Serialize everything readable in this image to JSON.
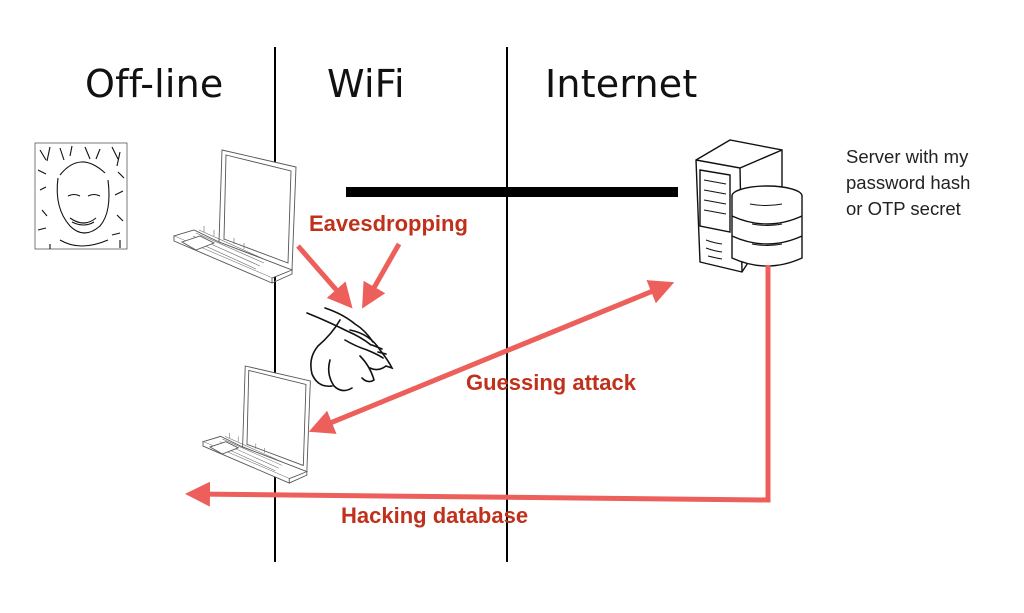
{
  "zones": [
    {
      "id": "offline",
      "label": "Off-line"
    },
    {
      "id": "wifi",
      "label": "WiFi"
    },
    {
      "id": "internet",
      "label": "Internet"
    }
  ],
  "server": {
    "caption_lines": [
      "Server with my",
      "password hash",
      "or OTP secret"
    ]
  },
  "attacks": {
    "eavesdropping": "Eavesdropping",
    "guessing": "Guessing attack",
    "hacking": "Hacking database"
  },
  "icons": {
    "user": "user-sketch-portrait",
    "laptop": "laptop-icon",
    "attacker": "dragon-head-icon",
    "server": "server-database-icon"
  },
  "colors": {
    "arrow": "#ec5f5a",
    "attack_text": "#c0311c",
    "divider": "#000000"
  }
}
